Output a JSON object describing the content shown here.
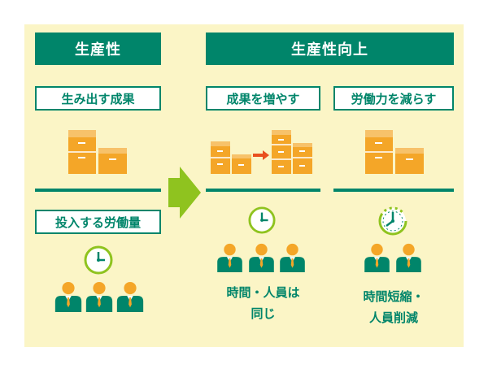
{
  "colors": {
    "accent": "#00856a",
    "panel": "#fbf5c6",
    "box": "#f4a628",
    "arrow": "#8fc31f",
    "skin": "#f4a628",
    "small_arrow": "#e94f1e"
  },
  "left": {
    "header": "生産性",
    "outcome_label": "生み出す成果",
    "input_label": "投入する労働量",
    "icons": [
      "boxes-icon",
      "clock-icon",
      "worker-icon"
    ]
  },
  "right": {
    "header": "生産性向上",
    "increase": {
      "label": "成果を増やす",
      "caption": "時間・人員は\n同じ"
    },
    "reduce": {
      "label": "労働力を減らす",
      "caption": "時間短縮・\n人員削減"
    }
  }
}
